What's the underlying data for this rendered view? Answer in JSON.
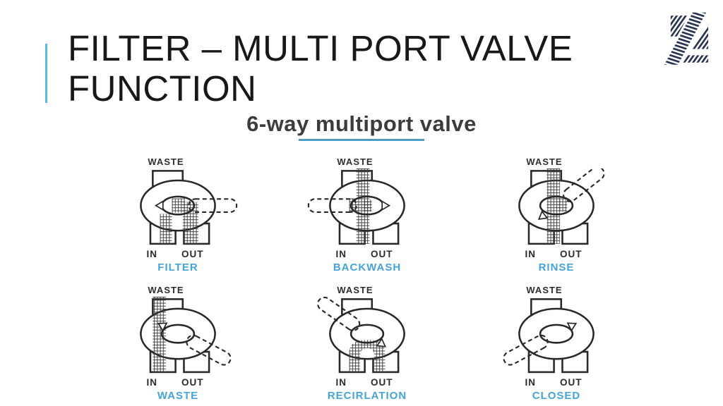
{
  "slide": {
    "title": "FILTER – MULTI PORT VALVE FUNCTION",
    "accent_color": "#52bfe0",
    "background_color": "#ffffff",
    "logo": "diagonal-stripe-z-mark",
    "logo_color": "#26324f"
  },
  "diagram": {
    "title": "6-way multiport valve",
    "underline_color": "#4e9dc2",
    "function_label_color": "#45a4d7",
    "line_color": "#282828",
    "layout": "2 rows x 3 columns of valve schematics"
  },
  "valves": [
    {
      "name": "FILTER",
      "top_label": "WASTE",
      "in_label": "IN",
      "out_label": "OUT",
      "handle_direction": "right",
      "flow_path": "IN up through rotor and down to OUT (hatched)"
    },
    {
      "name": "BACKWASH",
      "top_label": "WASTE",
      "in_label": "IN",
      "out_label": "OUT",
      "handle_direction": "left",
      "flow_path": "IN straight up through rotor to WASTE (hatched)"
    },
    {
      "name": "RINSE",
      "top_label": "WASTE",
      "in_label": "IN",
      "out_label": "OUT",
      "handle_direction": "upper-right",
      "flow_path": "IN up past rotor to WASTE (hatched)"
    },
    {
      "name": "WASTE",
      "top_label": "WASTE",
      "in_label": "IN",
      "out_label": "OUT",
      "handle_direction": "lower-right",
      "flow_path": "IN straight up left side to WASTE (hatched)"
    },
    {
      "name": "RECIRLATION",
      "top_label": "WASTE",
      "in_label": "IN",
      "out_label": "OUT",
      "handle_direction": "upper-left",
      "flow_path": "U-turn from IN directly to OUT under rotor (hatched)"
    },
    {
      "name": "CLOSED",
      "top_label": "WASTE",
      "in_label": "IN",
      "out_label": "OUT",
      "handle_direction": "lower-left",
      "flow_path": "none"
    }
  ]
}
